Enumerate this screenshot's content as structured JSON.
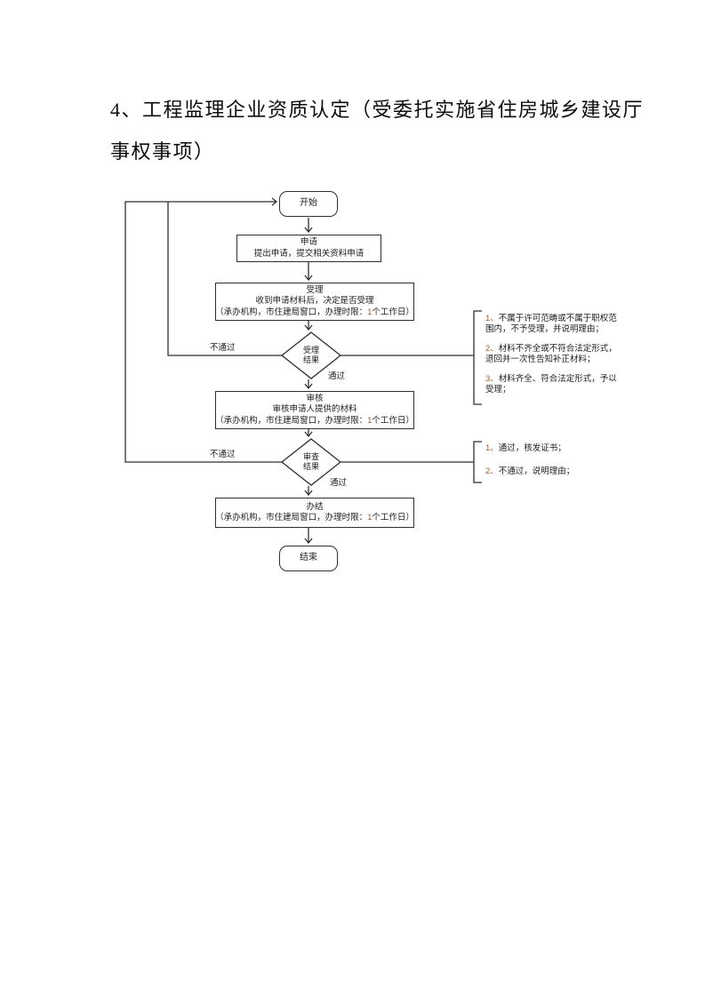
{
  "colors": {
    "line": "#2f2f2f",
    "text": "#1c1c1c",
    "digit": "#a85a2e",
    "page_bg": "#ffffff"
  },
  "title": {
    "line1": "4、工程监理企业资质认定（受委托实施省住房城乡建设厅",
    "line2": "事权事项）"
  },
  "flowchart": {
    "start_label": "开始",
    "end_label": "结束",
    "apply_box": {
      "title": "申请",
      "desc": "提出申请，提交相关资料申请"
    },
    "accept_box": {
      "title": "受理",
      "desc": "收到申请材料后，决定是否受理",
      "detail_pre": "（承办机构，市住建局窗口，办理时限：",
      "detail_num": "1",
      "detail_post": "个工作日）"
    },
    "accept_decision": {
      "line1": "受理",
      "line2": "结果"
    },
    "review_box": {
      "title": "审核",
      "desc": "审核申请人提供的材料",
      "detail_pre": "（承办机构，市住建局窗口，办理时限：",
      "detail_num": "1",
      "detail_post": "个工作日）"
    },
    "review_decision": {
      "line1": "审查",
      "line2": "结果"
    },
    "complete_box": {
      "title": "办结",
      "detail_pre": "（承办机构，市住建局窗口，办理时限：",
      "detail_num": "1",
      "detail_post": "个工作日）"
    },
    "edge_labels": {
      "accept_fail": "不通过",
      "accept_pass": "通过",
      "review_fail": "不通过",
      "review_pass": "通过"
    }
  },
  "annotations": {
    "accept_note_items": [
      {
        "num": "1、",
        "text": "不属于许可范畴或不属于职权范围内，不予受理，并说明理由；"
      },
      {
        "num": "2、",
        "text": "材料不齐全或不符合法定形式，退回并一次性告知补正材料；"
      },
      {
        "num": "3、",
        "text": "材料齐全、符合法定形式，予以受理；"
      }
    ],
    "review_note_items": [
      {
        "num": "1、",
        "text": "通过，核发证书；"
      },
      {
        "num": "2、",
        "text": "不通过，说明理由；"
      }
    ]
  }
}
